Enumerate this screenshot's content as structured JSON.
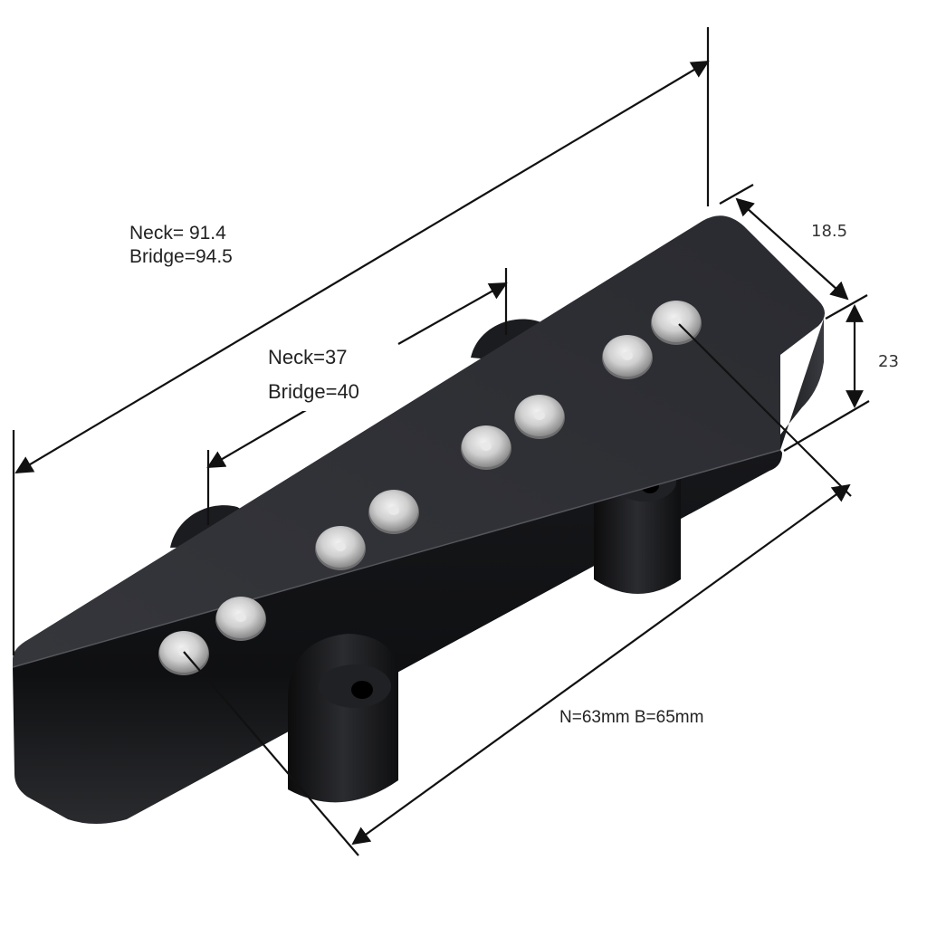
{
  "annotations": {
    "overall_length": {
      "neck": "Neck= 91.4",
      "bridge": "Bridge=94.5"
    },
    "mount_spacing": {
      "neck": "Neck=37",
      "bridge": "Bridge=40"
    },
    "width": "18.5",
    "height": "23",
    "pole_span": "N=63mm B=65mm"
  },
  "object": {
    "name": "Jazz Bass pickup",
    "pole_piece_count": 8,
    "mounting_ear_count": 2,
    "colors": {
      "body": "#1e1f22",
      "top": "#2a2b2f",
      "poles": "#c9c9c9",
      "lines": "#111111"
    }
  }
}
